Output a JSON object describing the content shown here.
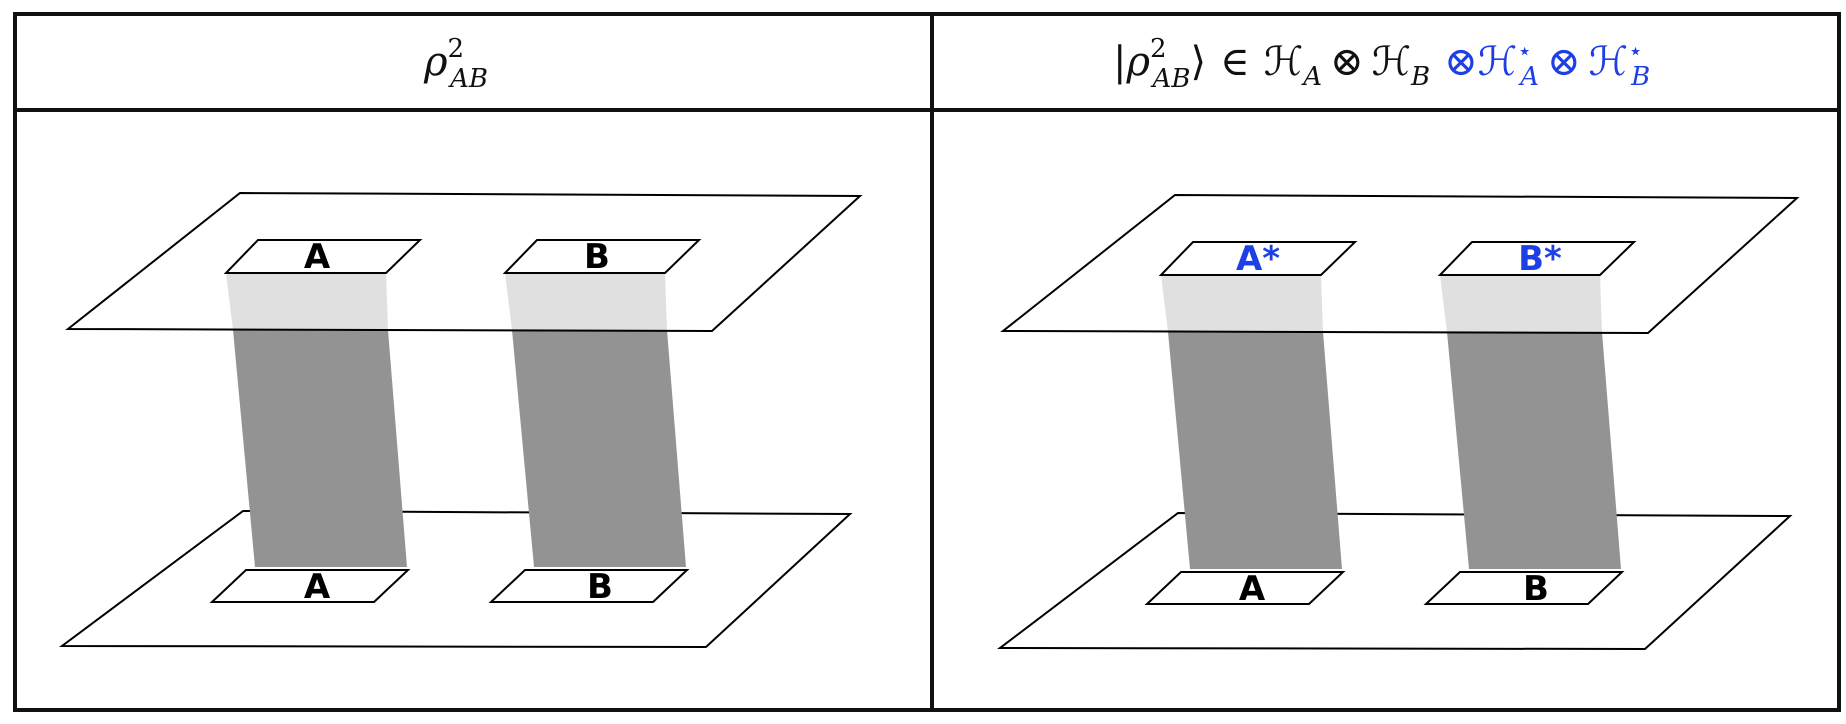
{
  "panels": [
    {
      "header": {
        "rho": "ρ",
        "power": "2",
        "sub": "AB"
      },
      "top_labels": [
        "A",
        "B"
      ],
      "bottom_labels": [
        "A",
        "B"
      ]
    },
    {
      "header": {
        "ket_open": "|",
        "rho": "ρ",
        "power": "2",
        "sub": "AB",
        "ket_close": "⟩",
        "in": "∈",
        "h": "ℋ",
        "sub_a": "A",
        "otimes": "⊗",
        "sub_b": "B",
        "star": "⋆"
      },
      "top_labels": [
        "A*",
        "B*"
      ],
      "bottom_labels": [
        "A",
        "B"
      ]
    }
  ],
  "colors": {
    "conjugate_blue": "#1f3fe6",
    "tube_dark": "#939393",
    "tube_light": "#e0e0e0",
    "frame": "#111111"
  }
}
